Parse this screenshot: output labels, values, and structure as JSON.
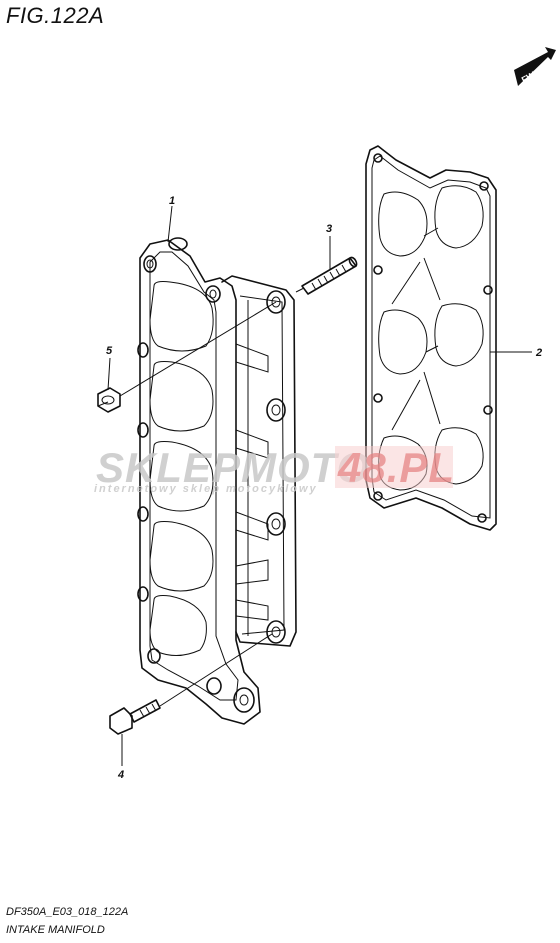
{
  "figure": {
    "title": "FIG.122A",
    "code": "DF350A_E03_018_122A",
    "name": "INTAKE MANIFOLD"
  },
  "direction_badge": {
    "label": "FWD",
    "icon": "forward-arrow-icon"
  },
  "callouts": [
    {
      "number": "1",
      "part": "intake-manifold"
    },
    {
      "number": "2",
      "part": "gasket"
    },
    {
      "number": "3",
      "part": "stud"
    },
    {
      "number": "4",
      "part": "bolt"
    },
    {
      "number": "5",
      "part": "nut"
    }
  ],
  "watermark": {
    "left": "SKLEPMOTO",
    "right": "48.PL",
    "tagline": "internetowy sklep motocyklowy",
    "color_gray": "#c8c8c8",
    "color_red": "#f2b8b8"
  }
}
